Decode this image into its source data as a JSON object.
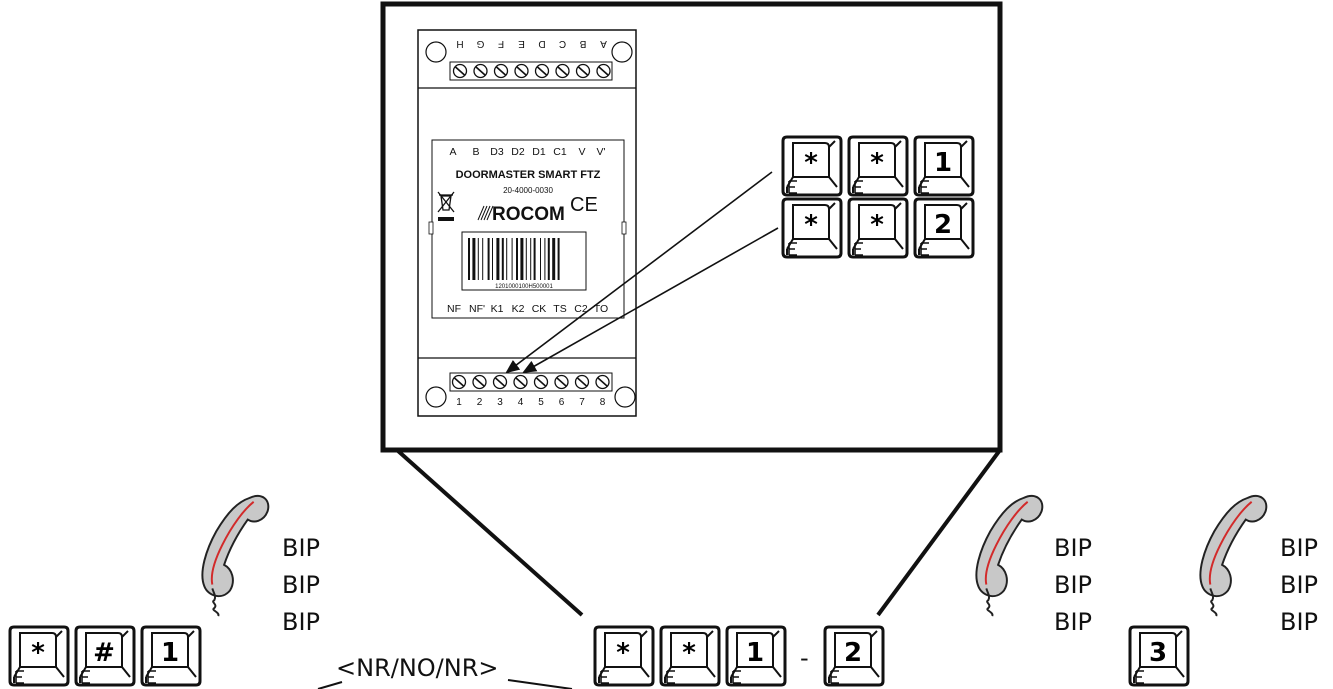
{
  "device": {
    "top_terminal_letters": [
      "H",
      "G",
      "F",
      "E",
      "D",
      "C",
      "B",
      "A"
    ],
    "top_label_row": [
      "A",
      "B",
      "D3",
      "D2",
      "D1",
      "C1",
      "V",
      "V'"
    ],
    "model_name": "DOORMASTER SMART FTZ",
    "part_number": "20-4000-0030",
    "brand": "ROCOM",
    "ce_mark": "CE",
    "barcode_number": "1201000100H500001",
    "bottom_label_row": [
      "NF",
      "NF'",
      "K1",
      "K2",
      "CK",
      "TS",
      "C2",
      "TO"
    ],
    "bottom_terminal_numbers": [
      "1",
      "2",
      "3",
      "4",
      "5",
      "6",
      "7",
      "8"
    ]
  },
  "inset_keys": {
    "row1": [
      "*",
      "*",
      "1"
    ],
    "row2": [
      "*",
      "*",
      "2"
    ]
  },
  "sequence": {
    "step1_keys": [
      "*",
      "#",
      "1"
    ],
    "bip_1": [
      "BIP",
      "BIP",
      "BIP"
    ],
    "nr_label": "<NR/NO/NR>",
    "step2_keys": [
      "*",
      "*",
      "1"
    ],
    "dash": "-",
    "step2_alt_key": "2",
    "bip_2": [
      "BIP",
      "BIP",
      "BIP"
    ],
    "step3_key": "3",
    "bip_3": [
      "BIP",
      "BIP",
      "BIP"
    ]
  },
  "colors": {
    "line": "#111111",
    "handset_fill": "#c8c8c8",
    "handset_accent": "#d22a2a"
  },
  "icons": [
    "handset-icon",
    "weee-bin-icon",
    "ce-mark-icon",
    "barcode-icon"
  ]
}
